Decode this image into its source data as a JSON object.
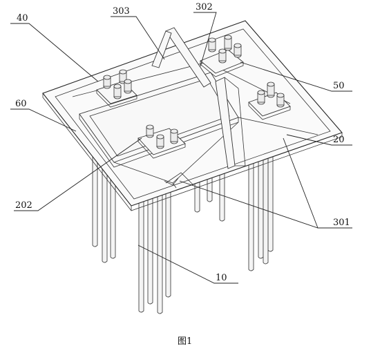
{
  "labels": {
    "l40": "40",
    "l303": "303",
    "l302": "302",
    "l60": "60",
    "l50": "50",
    "l20": "20",
    "l202": "202",
    "l301": "301",
    "l10": "10"
  },
  "caption": "图1"
}
